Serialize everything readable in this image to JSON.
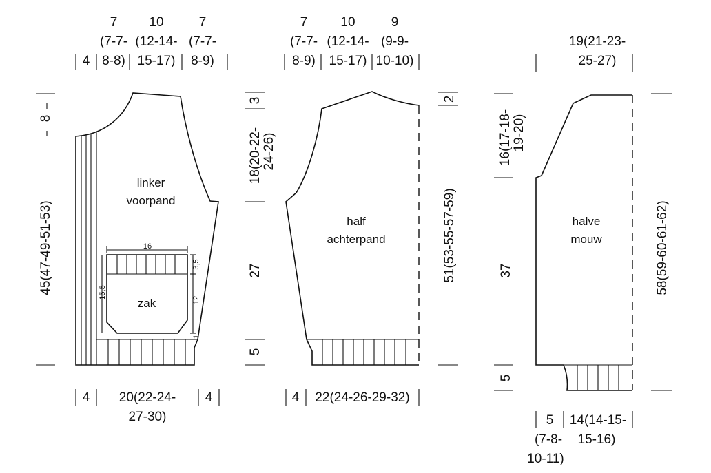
{
  "front": {
    "top": {
      "a": [
        "7",
        "(7-7-",
        "8-8)"
      ],
      "b": [
        "10",
        "(12-14-",
        "15-17)"
      ],
      "c": [
        "7",
        "(7-7-",
        "8-9)"
      ],
      "band": "4"
    },
    "left": {
      "shoulder": "8",
      "length": "45(47-49-51-53)"
    },
    "bottom": {
      "band_left": "4",
      "width": [
        "20(22-24-",
        "27-30)"
      ],
      "band_right": "4"
    },
    "label": [
      "linker",
      "voorpand"
    ],
    "pocket": {
      "width": "16",
      "rib": "3,5",
      "height": "15,5",
      "inner": "12",
      "label": "zak",
      "offset": "1"
    }
  },
  "back": {
    "top": {
      "a": [
        "7",
        "(7-7-",
        "8-9)"
      ],
      "b": [
        "10",
        "(12-14-",
        "15-17)"
      ],
      "c": [
        "9",
        "(9-9-",
        "10-10)"
      ]
    },
    "left": {
      "shoulder": "3",
      "armhole": [
        "18(20-22-",
        "24-26)"
      ],
      "body": "27",
      "rib": "5"
    },
    "right": {
      "neck": "2",
      "length": "51(53-55-57-59)"
    },
    "bottom": {
      "band": "4",
      "width": "22(24-26-29-32)"
    },
    "label": [
      "half",
      "achterpand"
    ]
  },
  "sleeve": {
    "top": [
      "19(21-23-",
      "25-27)"
    ],
    "left": {
      "cap": [
        "16(17-18-",
        "19-20)"
      ],
      "body": "37",
      "rib": "5"
    },
    "right": {
      "length": "58(59-60-61-62)"
    },
    "bottom": {
      "a": [
        "5",
        "(7-8-",
        "10-11)"
      ],
      "b": [
        "14(14-15-",
        "15-16)"
      ]
    },
    "label": [
      "halve",
      "mouw"
    ]
  }
}
